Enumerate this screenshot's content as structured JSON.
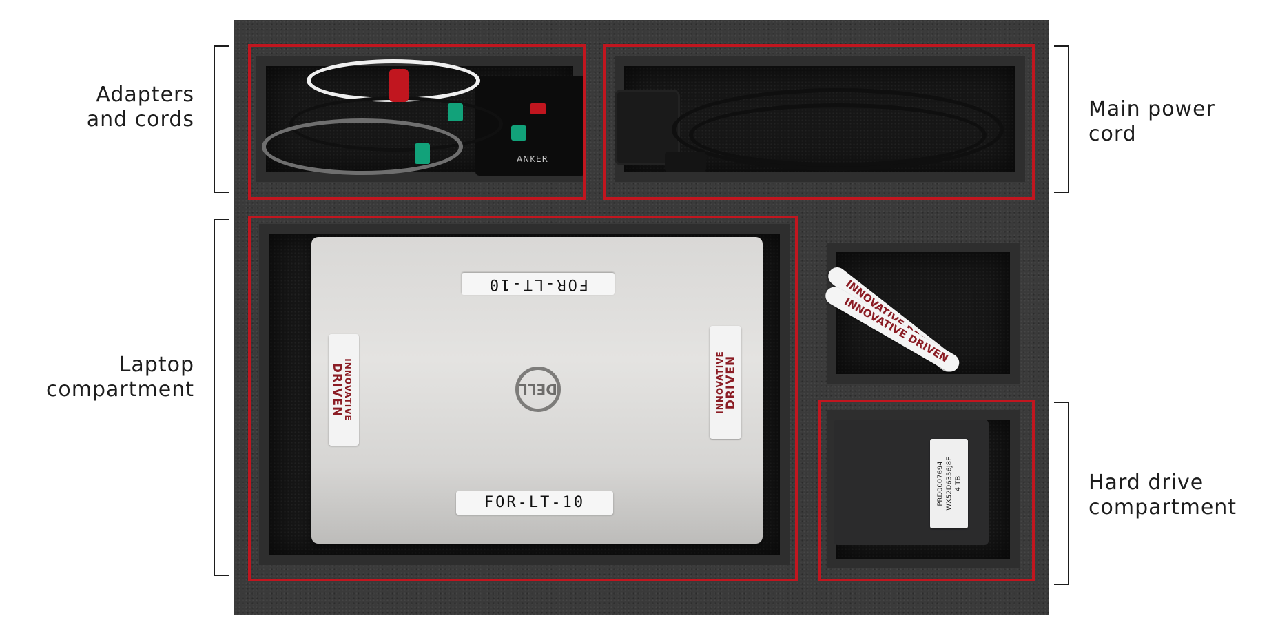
{
  "labels": {
    "adapters": [
      "Adapters",
      "and cords"
    ],
    "main_power": [
      "Main power",
      "cord"
    ],
    "laptop": [
      "Laptop",
      "compartment"
    ],
    "hard_drive": [
      "Hard drive",
      "compartment"
    ]
  },
  "photo": {
    "laptop_tag_top": "FOR-LT-10",
    "laptop_tag_bottom": "FOR-LT-10",
    "laptop_brand": "DELL",
    "sticker_brand_top": "INNOVATIVE",
    "sticker_brand_bottom": "DRIVEN",
    "charger_brand": "ANKER",
    "hdd_label_lines": [
      "PRD0007694",
      "WX52D6356J8F",
      "4 TB"
    ],
    "pen_text": "INNOVATIVE DRIVEN"
  },
  "colors": {
    "highlight_box": "#c1161f",
    "foam": "#3a3a3a",
    "label_text": "#1d1d1d"
  }
}
